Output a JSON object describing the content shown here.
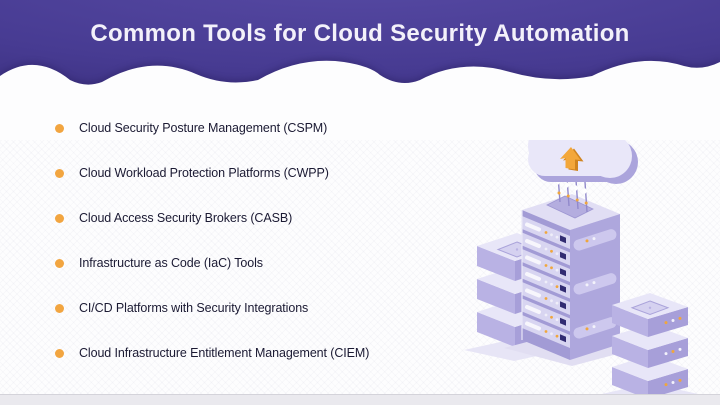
{
  "theme": {
    "header_gradient_center": "#574aa4",
    "header_gradient_mid": "#473b92",
    "header_gradient_edge": "#352a74",
    "title_color": "#f3f1fa",
    "text_color": "#1b1a33",
    "bullet_color": "#F2A540",
    "page_bg": "#fdfdfe",
    "footer_bar": "#eae9ee",
    "footer_line": "#d4d3da"
  },
  "header": {
    "title": "Common Tools for Cloud Security Automation"
  },
  "list": {
    "items": [
      "Cloud Security Posture Management (CSPM)",
      "Cloud Workload Protection Platforms (CWPP)",
      "Cloud Access Security Brokers (CASB)",
      "Infrastructure as Code (IaC) Tools",
      "CI/CD Platforms with Security Integrations",
      "Cloud Infrastructure Entitlement Management (CIEM)"
    ]
  },
  "illustration": {
    "name": "isometric-cloud-uploading-to-server-racks",
    "accent_color": "#F3A73A",
    "purple_color": "#aba4dc",
    "light_color": "#e9e7f9"
  }
}
